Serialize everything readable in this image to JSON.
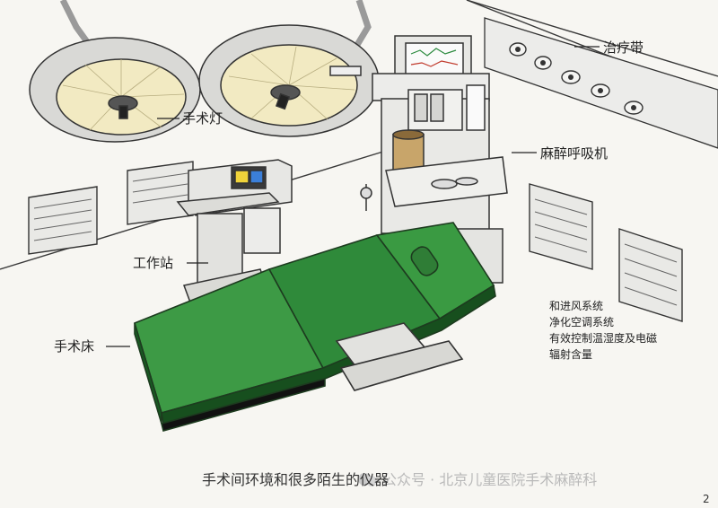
{
  "labels": {
    "surgical_light": "手术灯",
    "treatment_band": "治疗带",
    "anesthesia_machine": "麻醉呼吸机",
    "workstation": "工作站",
    "operating_table": "手术床",
    "notes": [
      "和进风系统",
      "净化空调系统",
      "有效控制温湿度及电磁",
      "辐射含量"
    ]
  },
  "caption": "手术间环境和很多陌生的仪器",
  "watermark": "公众号 · 北京儿童医院手术麻醉科",
  "page_number": "2"
}
